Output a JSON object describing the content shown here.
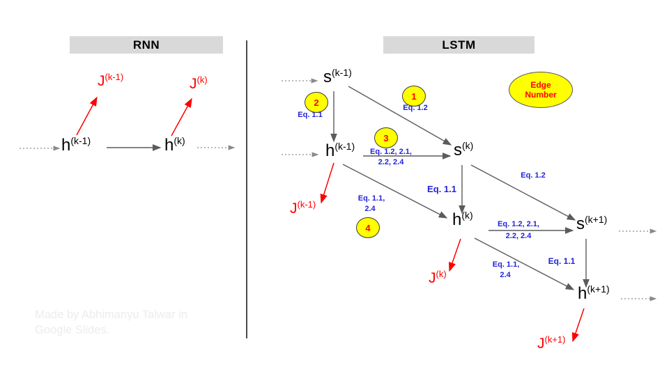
{
  "rnn": {
    "title": "RNN",
    "nodes": {
      "h_prev": {
        "base": "h",
        "sup": "(k-1)"
      },
      "h_cur": {
        "base": "h",
        "sup": "(k)"
      }
    },
    "losses": {
      "j_prev": {
        "base": "J",
        "sup": "(k-1)"
      },
      "j_cur": {
        "base": "J",
        "sup": "(k)"
      }
    }
  },
  "lstm": {
    "title": "LSTM",
    "nodes": {
      "s_prev": {
        "base": "s",
        "sup": "(k-1)"
      },
      "h_prev": {
        "base": "h",
        "sup": "(k-1)"
      },
      "s_cur": {
        "base": "s",
        "sup": "(k)"
      },
      "h_cur": {
        "base": "h",
        "sup": "(k)"
      },
      "s_next": {
        "base": "s",
        "sup": "(k+1)"
      },
      "h_next": {
        "base": "h",
        "sup": "(k+1)"
      }
    },
    "losses": {
      "j_prev": {
        "base": "J",
        "sup": "(k-1)"
      },
      "j_cur": {
        "base": "J",
        "sup": "(k)"
      },
      "j_next": {
        "base": "J",
        "sup": "(k+1)"
      }
    },
    "edge_badges": [
      "1",
      "2",
      "3",
      "4"
    ],
    "edge_labels": {
      "s_prev_to_s_cur": "Eq. 1.2",
      "s_prev_to_h_prev": "Eq. 1.1",
      "h_prev_to_s_cur": {
        "line1": "Eq. 1.2, 2.1,",
        "line2": "2.2, 2.4"
      },
      "s_cur_to_h_cur": "Eq. 1.1",
      "s_cur_to_s_next": "Eq. 1.2",
      "h_prev_to_h_cur": {
        "line1": "Eq. 1.1,",
        "line2": "2.4"
      },
      "h_cur_to_s_next": {
        "line1": "Eq. 1.2, 2.1,",
        "line2": "2.2, 2.4"
      },
      "s_next_to_h_next": "Eq. 1.1",
      "h_cur_to_h_next": {
        "line1": "Eq. 1.1,",
        "line2": "2.4"
      }
    },
    "legend": {
      "line1": "Edge",
      "line2": "Number"
    }
  },
  "watermark": {
    "line1": "Made by Abhimanyu Talwar in",
    "line2": "Google Slides."
  },
  "colors": {
    "accent_red": "#fe0000",
    "accent_blue": "#2222dd",
    "badge_yellow": "#ffff00",
    "header_gray": "#d9d9d9",
    "arrow_gray": "#5b5b5b",
    "dotted_gray": "#8a8a8a"
  }
}
